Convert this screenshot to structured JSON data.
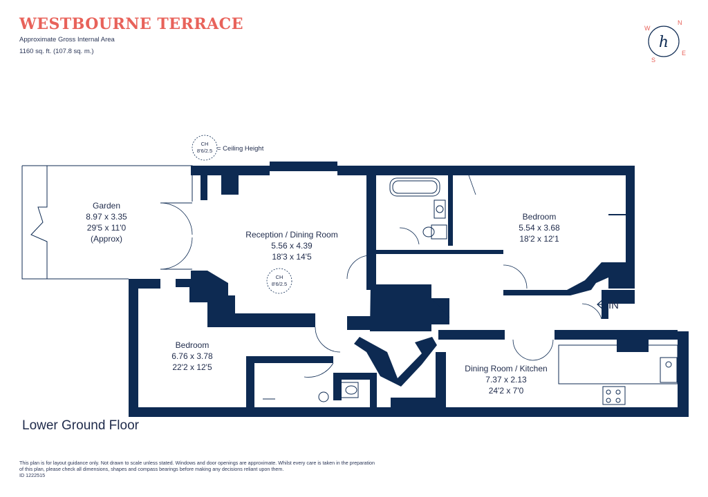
{
  "header": {
    "title": "WESTBOURNE TERRACE",
    "subtitle": "Approximate Gross Internal Area",
    "area": "1160 sq. ft. (107.8 sq. m.)"
  },
  "compass": {
    "n": "N",
    "e": "E",
    "s": "S",
    "w": "W",
    "logo": "h"
  },
  "legend": {
    "ch_label": "CH",
    "ch_value": "8'6/2.5",
    "text": "= Ceiling Height"
  },
  "rooms": {
    "garden": {
      "name": "Garden",
      "metric": "8.97 x 3.35",
      "imperial": "29'5 x 11'0",
      "note": "(Approx)"
    },
    "reception": {
      "name": "Reception / Dining Room",
      "metric": "5.56 x 4.39",
      "imperial": "18'3 x 14'5"
    },
    "bedroom_right": {
      "name": "Bedroom",
      "metric": "5.54 x 3.68",
      "imperial": "18'2 x 12'1"
    },
    "bedroom_left": {
      "name": "Bedroom",
      "metric": "6.76 x 3.78",
      "imperial": "22'2 x 12'5"
    },
    "kitchen": {
      "name": "Dining Room / Kitchen",
      "metric": "7.37 x 2.13",
      "imperial": "24'2 x 7'0"
    }
  },
  "reception_ch": {
    "label": "CH",
    "value": "8'6/2.5"
  },
  "entrance": "IN",
  "floor_label": "Lower Ground Floor",
  "disclaimer": "This plan is for layout guidance only. Not drawn to scale unless stated. Windows and door openings are approximate. Whilst every care is taken in the preparation of this plan, please check all dimensions, shapes and compass bearings before making any decisions reliant upon them.",
  "plan_id": "ID 1222515",
  "colors": {
    "wall": "#0d2a52",
    "accent": "#e8625a",
    "text": "#1e2a4a"
  }
}
